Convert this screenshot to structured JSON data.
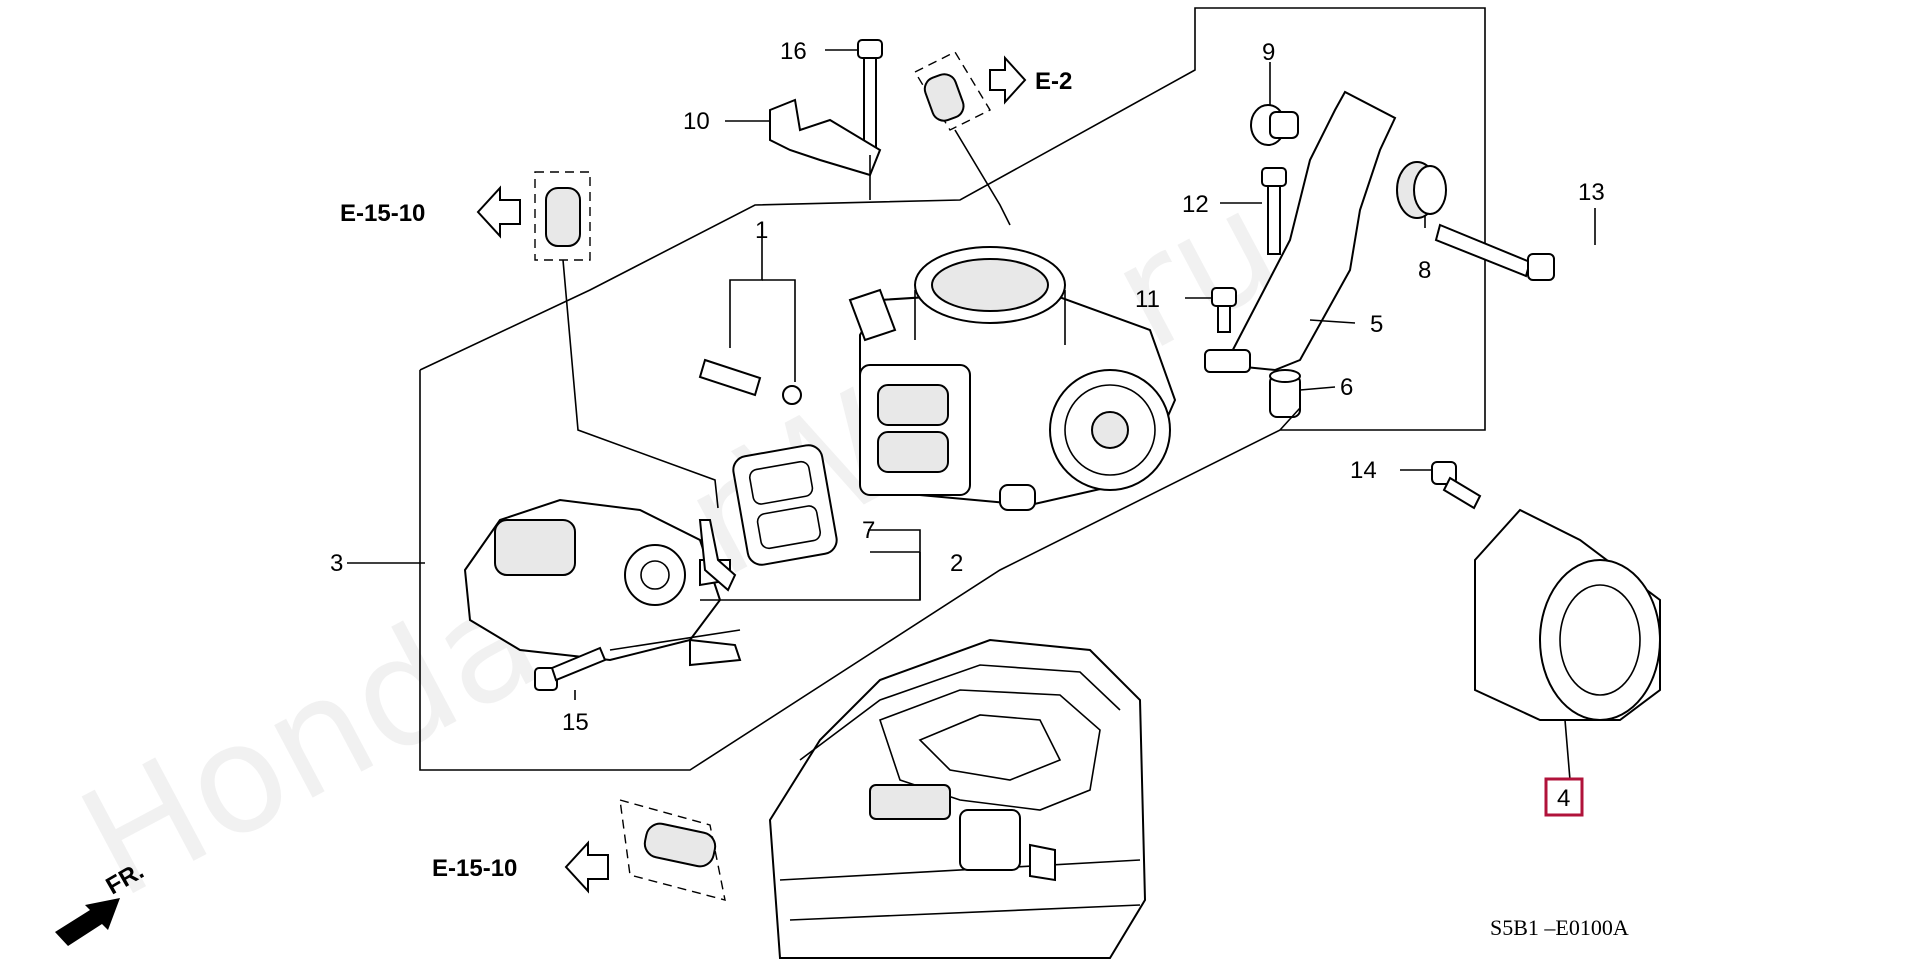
{
  "watermark": "HondaCarWine.ru",
  "callouts": {
    "p1": "1",
    "p2": "2",
    "p3": "3",
    "p4": "4",
    "p5": "5",
    "p6": "6",
    "p7": "7",
    "p8": "8",
    "p9": "9",
    "p10": "10",
    "p11": "11",
    "p12": "12",
    "p13": "13",
    "p14": "14",
    "p15": "15",
    "p16": "16"
  },
  "references": {
    "e2": "E-2",
    "e1510_top": "E-15-10",
    "e1510_bottom": "E-15-10"
  },
  "front_marker": "FR.",
  "diagram_code": "S5B1 –E0100A",
  "colors": {
    "highlight_box": "#b0123a"
  }
}
